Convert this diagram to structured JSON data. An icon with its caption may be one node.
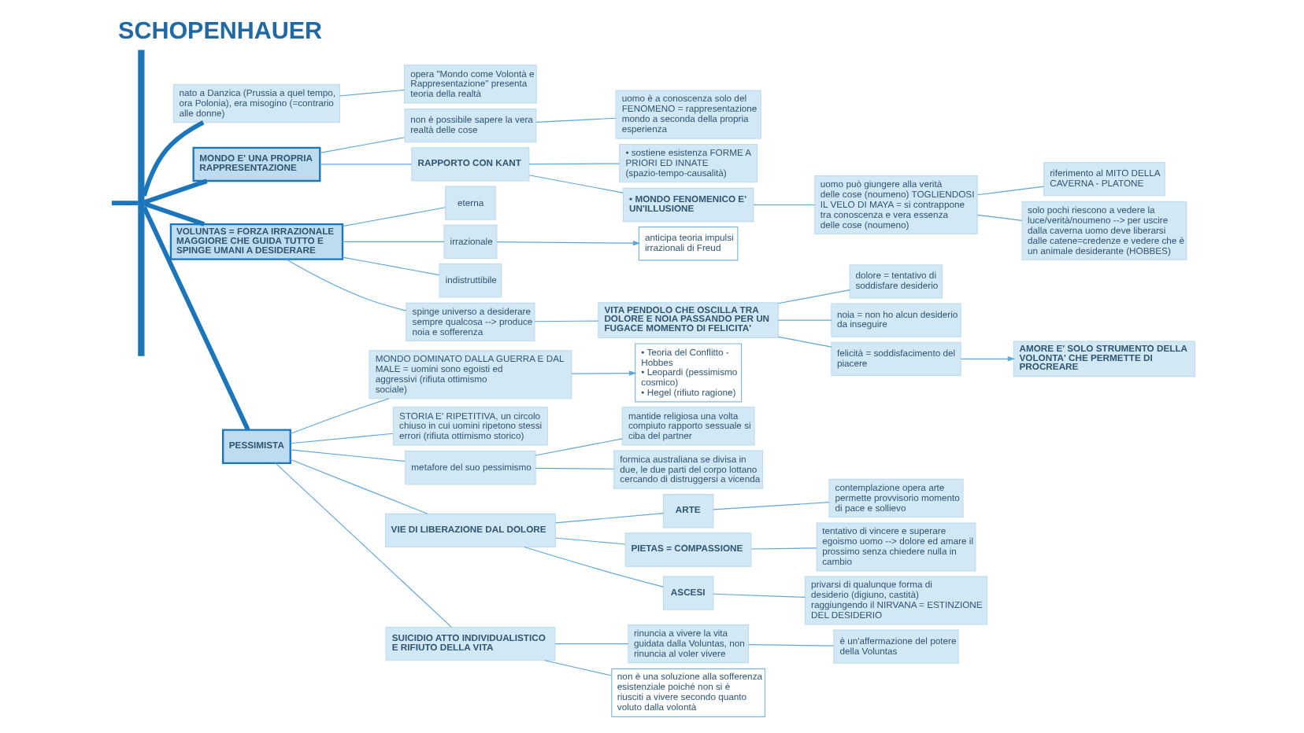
{
  "diagram": {
    "title": "SCHOPENHAUER",
    "nodes": [
      {
        "text": [],
        "shape": "bar"
      },
      {
        "text": [
          "nato a Danzica (Prussia a quel tempo, ora Polonia), era misogino (=contrario alle donne)"
        ]
      },
      {
        "text": [
          "opera \"Mondo come Volontà e Rappresentazione\" presenta teoria della realtà"
        ]
      },
      {
        "text": [
          "MONDO E' UNA PROPRIA RAPPRESENTAZIONE"
        ]
      },
      {
        "text": [
          "non è possibile sapere la vera realtà delle cose"
        ]
      },
      {
        "text": [
          "uomo è a conoscenza solo del FENOMENO = rappresentazione mondo a seconda della propria esperienza"
        ]
      },
      {
        "text": [
          "RAPPORTO CON KANT"
        ]
      },
      {
        "text": [
          "• sostiene esistenza FORME A PRIORI ED INNATE (spazio-tempo-causalità)"
        ]
      },
      {
        "text": [
          "• MONDO FENOMENICO E' UN'ILLUSIONE"
        ]
      },
      {
        "text": [
          "uomo può giungere alla verità delle cose (noumeno) TOGLIENDOSI IL VELO DI MAYA = si contrappone tra conoscenza e vera essenza delle cose (noumeno)"
        ]
      },
      {
        "text": [
          "riferimento al MITO DELLA CAVERNA - PLATONE"
        ]
      },
      {
        "text": [
          "solo pochi riescono a vedere la luce/verità/noumeno --> per uscire dalla caverna uomo deve liberarsi dalle catene=credenze e vedere che è un animale desiderante (HOBBES)"
        ]
      },
      {
        "text": [
          "VOLUNTAS = FORZA IRRAZIONALE MAGGIORE CHE GUIDA TUTTO E SPINGE UMANI A DESIDERARE"
        ]
      },
      {
        "text": [
          "eterna"
        ]
      },
      {
        "text": [
          "irrazionale"
        ]
      },
      {
        "text": [
          "anticipa teoria impulsi irrazionali di Freud"
        ]
      },
      {
        "text": [
          "indistruttibile"
        ]
      },
      {
        "text": [
          "spinge universo a desiderare sempre qualcosa --> produce noia e sofferenza"
        ]
      },
      {
        "text": [
          "VITA PENDOLO CHE OSCILLA TRA DOLORE E NOIA PASSANDO PER UN FUGACE MOMENTO DI FELICITA'"
        ]
      },
      {
        "text": [
          "dolore = tentativo di soddisfare desiderio"
        ]
      },
      {
        "text": [
          "noia = non ho alcun desiderio da inseguire"
        ]
      },
      {
        "text": [
          "felicità = soddisfacimento del piacere"
        ]
      },
      {
        "text": [
          "AMORE E' SOLO STRUMENTO DELLA VOLONTA' CHE PERMETTE DI PROCREARE"
        ]
      },
      {
        "text": [
          "PESSIMISTA"
        ]
      },
      {
        "text": [
          "MONDO DOMINATO DALLA GUERRA E DAL MALE = uomini sono egoisti ed aggressivi (rifiuta ottimismo sociale)"
        ]
      },
      {
        "text": [
          "• Teoria del Conflitto - Hobbes",
          "• Leopardi (pessimismo cosmico)",
          "• Hegel (rifiuto ragione)"
        ]
      },
      {
        "text": [
          "STORIA E' RIPETITIVA, un circolo chiuso in cui uomini ripetono stessi errori (rifiuta ottimismo storico)"
        ]
      },
      {
        "text": [
          "metafore del suo pessimismo"
        ]
      },
      {
        "text": [
          "mantide religiosa una volta compiuto rapporto sessuale si ciba del partner"
        ]
      },
      {
        "text": [
          "formica australiana se divisa in due, le due parti del corpo lottano cercando di distruggersi a vicenda"
        ]
      },
      {
        "text": [
          "VIE DI LIBERAZIONE DAL DOLORE"
        ]
      },
      {
        "text": [
          "ARTE"
        ]
      },
      {
        "text": [
          "contemplazione opera arte permette provvisorio momento di pace e sollievo"
        ]
      },
      {
        "text": [
          "PIETAS = COMPASSIONE"
        ]
      },
      {
        "text": [
          "tentativo di vincere e superare egoismo uomo --> dolore ed amare il prossimo senza chiedere nulla in cambio"
        ]
      },
      {
        "text": [
          "ASCESI"
        ]
      },
      {
        "text": [
          "privarsi di qualunque forma di desiderio (digiuno, castità) raggiungendo il NIRVANA = ESTINZIONE DEL DESIDERIO"
        ]
      },
      {
        "text": [
          "SUICIDIO ATTO INDIVIDUALISTICO E RIFIUTO DELLA VITA"
        ]
      },
      {
        "text": [
          "rinuncia a vivere la vita guidata dalla Voluntas, non rinuncia al voler vivere"
        ]
      },
      {
        "text": [
          "è un'affermazione del potere della Voluntas"
        ]
      },
      {
        "text": [
          "non è una soluzione alla sofferenza esistenziale poiché non si è riusciti a vivere secondo quanto voluto dalla volontà"
        ]
      }
    ],
    "edges": [
      {
        "from": null,
        "to": 0,
        "arrow": "none",
        "style": "thick",
        "color": "#1b75bb"
      },
      {
        "from": 0,
        "to": 1,
        "arrow": "none",
        "style": "thick",
        "color": "#1b75bb"
      },
      {
        "from": 1,
        "to": 2,
        "arrow": "none"
      },
      {
        "from": 0,
        "to": 3,
        "arrow": "none",
        "style": "thick",
        "color": "#1b75bb"
      },
      {
        "from": 3,
        "to": 4,
        "arrow": "none"
      },
      {
        "from": 4,
        "to": 5,
        "arrow": "none"
      },
      {
        "from": 3,
        "to": 6,
        "arrow": "none"
      },
      {
        "from": 6,
        "to": 7,
        "arrow": "none"
      },
      {
        "from": 6,
        "to": 8,
        "arrow": "none"
      },
      {
        "from": 8,
        "to": 9,
        "arrow": "none"
      },
      {
        "from": 9,
        "to": 10,
        "arrow": "none"
      },
      {
        "from": 9,
        "to": 11,
        "arrow": "none"
      },
      {
        "from": 0,
        "to": 12,
        "arrow": "none",
        "style": "thick",
        "color": "#1b75bb"
      },
      {
        "from": 12,
        "to": 13,
        "arrow": "none"
      },
      {
        "from": 12,
        "to": 14,
        "arrow": "none"
      },
      {
        "from": 14,
        "to": 15,
        "arrow": "to"
      },
      {
        "from": 12,
        "to": 16,
        "arrow": "none"
      },
      {
        "from": 12,
        "to": 17,
        "arrow": "none"
      },
      {
        "from": 17,
        "to": 18,
        "arrow": "none"
      },
      {
        "from": 18,
        "to": 19,
        "arrow": "none"
      },
      {
        "from": 18,
        "to": 20,
        "arrow": "none"
      },
      {
        "from": 18,
        "to": 21,
        "arrow": "none"
      },
      {
        "from": 21,
        "to": 22,
        "arrow": "to"
      },
      {
        "from": 0,
        "to": 23,
        "arrow": "none",
        "style": "thick",
        "color": "#1b75bb"
      },
      {
        "from": 23,
        "to": 24,
        "arrow": "none"
      },
      {
        "from": 24,
        "to": 25,
        "arrow": "to"
      },
      {
        "from": 23,
        "to": 26,
        "arrow": "none"
      },
      {
        "from": 23,
        "to": 27,
        "arrow": "none"
      },
      {
        "from": 27,
        "to": 28,
        "arrow": "none"
      },
      {
        "from": 27,
        "to": 29,
        "arrow": "none"
      },
      {
        "from": 23,
        "to": 30,
        "arrow": "none"
      },
      {
        "from": 30,
        "to": 31,
        "arrow": "none"
      },
      {
        "from": 31,
        "to": 32,
        "arrow": "none"
      },
      {
        "from": 30,
        "to": 33,
        "arrow": "none"
      },
      {
        "from": 33,
        "to": 34,
        "arrow": "none"
      },
      {
        "from": 30,
        "to": 35,
        "arrow": "none"
      },
      {
        "from": 35,
        "to": 36,
        "arrow": "none"
      },
      {
        "from": 23,
        "to": 37,
        "arrow": "none"
      },
      {
        "from": 37,
        "to": 38,
        "arrow": "none"
      },
      {
        "from": 38,
        "to": 39,
        "arrow": "none"
      },
      {
        "from": 37,
        "to": 40,
        "arrow": "none"
      }
    ]
  }
}
